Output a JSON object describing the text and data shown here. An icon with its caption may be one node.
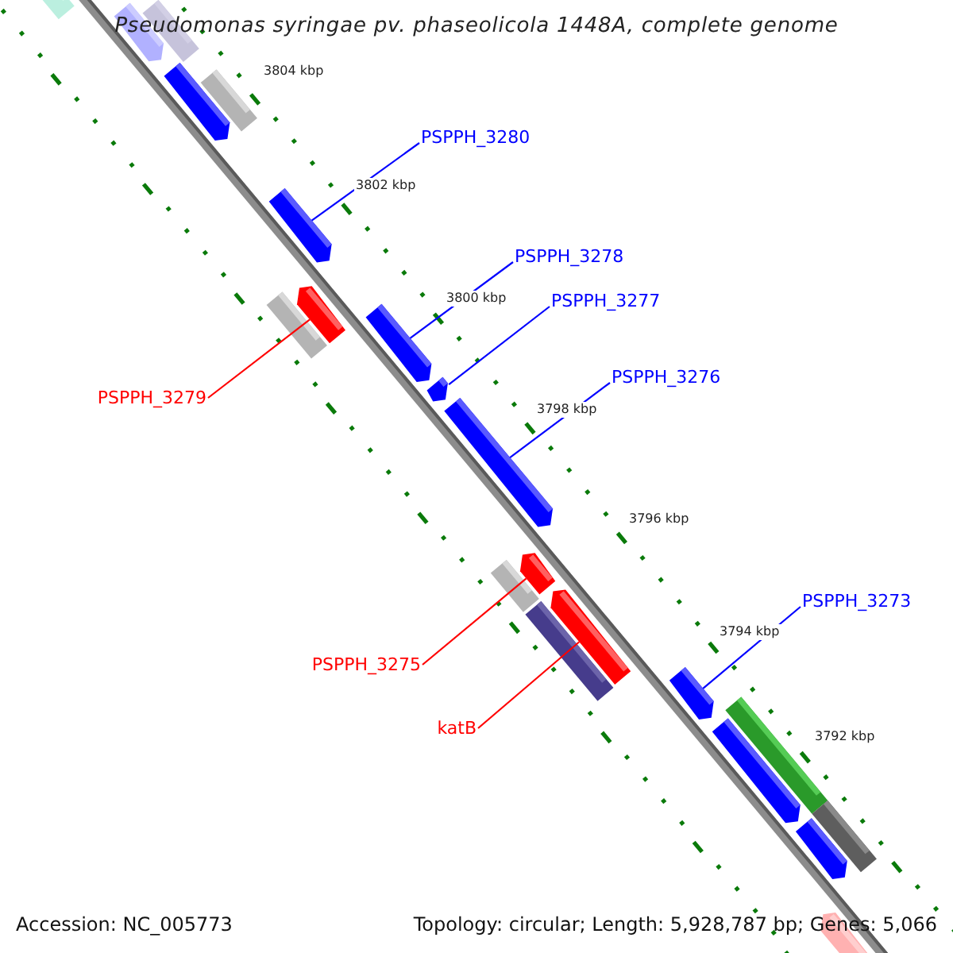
{
  "diagram": {
    "title": "Pseudomonas syringae pv. phaseolicola 1448A, complete genome",
    "nodes": [
      {
        "text": [
          "PSPPH_3280"
        ]
      },
      {
        "text": [
          "PSPPH_3278"
        ]
      },
      {
        "text": [
          "PSPPH_3277"
        ]
      },
      {
        "text": [
          "PSPPH_3276"
        ]
      },
      {
        "text": [
          "PSPPH_3279"
        ]
      },
      {
        "text": [
          "PSPPH_3273"
        ]
      },
      {
        "text": [
          "PSPPH_3275"
        ]
      },
      {
        "text": [
          "katB"
        ]
      },
      {
        "text": [],
        "shape": "bar"
      },
      {
        "text": [],
        "shape": "arrow"
      },
      {
        "text": [],
        "shape": "bar"
      },
      {
        "text": [],
        "shape": "arrow"
      },
      {
        "text": [],
        "shape": "bar"
      },
      {
        "text": [],
        "shape": "arrow"
      },
      {
        "text": [],
        "shape": "bar"
      },
      {
        "text": [],
        "shape": "arrow"
      },
      {
        "text": [],
        "shape": "arrow"
      },
      {
        "text": [],
        "shape": "arrow"
      },
      {
        "text": [],
        "shape": "arrow"
      },
      {
        "text": [],
        "shape": "bar"
      },
      {
        "text": [],
        "shape": "arrow"
      },
      {
        "text": [],
        "shape": "bar"
      },
      {
        "text": [],
        "shape": "arrow"
      },
      {
        "text": [],
        "shape": "arrow"
      },
      {
        "text": [],
        "shape": "arrow"
      },
      {
        "text": [],
        "shape": "bar"
      },
      {
        "text": [],
        "shape": "arrow"
      },
      {
        "text": [],
        "shape": "bar"
      },
      {
        "text": [],
        "shape": "arrow"
      }
    ],
    "edges": [
      {
        "from": 0,
        "to": 13,
        "arrow": "none"
      },
      {
        "from": 1,
        "to": 16,
        "arrow": "none"
      },
      {
        "from": 2,
        "to": 17,
        "arrow": "none"
      },
      {
        "from": 3,
        "to": 18,
        "arrow": "none"
      },
      {
        "from": 4,
        "to": 15,
        "arrow": "none",
        "color": "#ff0000"
      },
      {
        "from": 5,
        "to": 23,
        "arrow": "none"
      },
      {
        "from": 6,
        "to": 20,
        "arrow": "none",
        "color": "#ff0000"
      },
      {
        "from": 7,
        "to": 22,
        "arrow": "none",
        "color": "#ff0000"
      }
    ],
    "labels": [
      "3804 kbp",
      "3802 kbp",
      "3800 kbp",
      "3798 kbp",
      "3796 kbp",
      "3794 kbp",
      "3792 kbp",
      "Accession: NC_005773",
      "Topology: circular; Length: 5,928,787 bp; Genes: 5,066"
    ]
  }
}
